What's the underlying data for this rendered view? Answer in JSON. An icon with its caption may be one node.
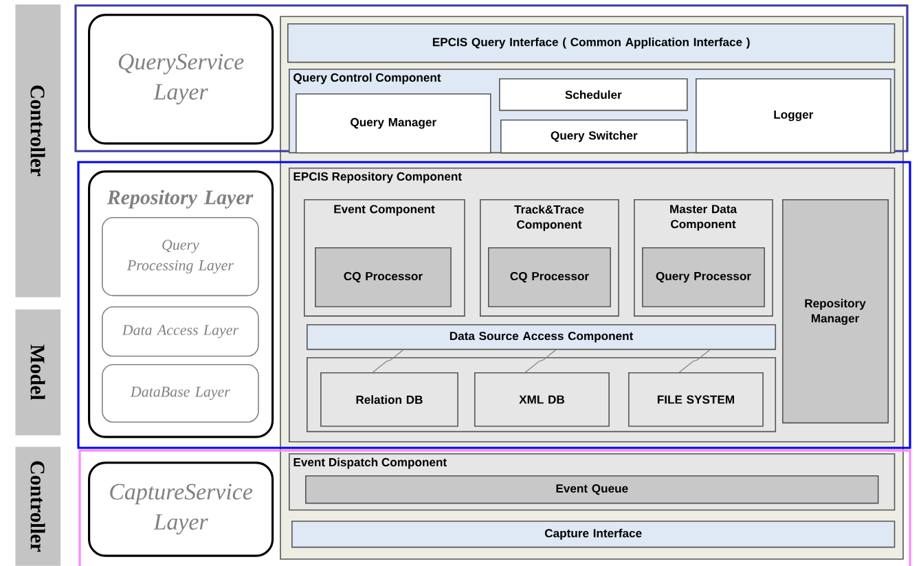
{
  "diagram": {
    "nodes": [
      {
        "text": [
          "Controller"
        ]
      },
      {
        "text": [
          "Model"
        ]
      },
      {
        "text": [
          "Controller"
        ]
      },
      {
        "text": [
          "QueryService Layer"
        ]
      },
      {
        "text": [
          "Repository Layer"
        ]
      },
      {
        "text": [
          "Query Processing Layer"
        ],
        "in": 4
      },
      {
        "text": [
          "Data Access Layer"
        ],
        "in": 4
      },
      {
        "text": [
          "DataBase Layer"
        ],
        "in": 4
      },
      {
        "text": [
          "CaptureService Layer"
        ]
      },
      {
        "text": [
          "EPCIS Query Interface ( Common Application Interface )"
        ]
      },
      {
        "text": [
          "Query Control Component"
        ]
      },
      {
        "text": [
          "Query Manager"
        ],
        "in": 10
      },
      {
        "text": [
          "Scheduler"
        ],
        "in": 10
      },
      {
        "text": [
          "Query Switcher"
        ],
        "in": 10
      },
      {
        "text": [
          "Logger"
        ],
        "in": 10
      },
      {
        "text": [
          "EPCIS Repository Component"
        ]
      },
      {
        "text": [
          "Event Component"
        ],
        "in": 15
      },
      {
        "text": [
          "CQ Processor"
        ],
        "in": 16
      },
      {
        "text": [
          "Track&Trace Component"
        ],
        "in": 15
      },
      {
        "text": [
          "CQ Processor"
        ],
        "in": 18
      },
      {
        "text": [
          "Master Data Component"
        ],
        "in": 15
      },
      {
        "text": [
          "Query Processor"
        ],
        "in": 20
      },
      {
        "text": [
          "Repository Manager"
        ],
        "in": 15
      },
      {
        "text": [
          "Data Source Access Component"
        ],
        "in": 15
      },
      {
        "text": [],
        "shape": "box",
        "in": 15
      },
      {
        "text": [
          "Relation DB"
        ],
        "in": 24
      },
      {
        "text": [
          "XML DB"
        ],
        "in": 24
      },
      {
        "text": [
          "FILE SYSTEM"
        ],
        "in": 24
      },
      {
        "text": [
          "Event Dispatch Component"
        ]
      },
      {
        "text": [
          "Event Queue"
        ],
        "in": 28
      },
      {
        "text": [
          "Capture Interface"
        ]
      }
    ],
    "edges": [
      {
        "from": 23,
        "to": 25,
        "arrow": "none"
      },
      {
        "from": 23,
        "to": 26,
        "arrow": "none"
      },
      {
        "from": 23,
        "to": 27,
        "arrow": "none"
      }
    ]
  }
}
